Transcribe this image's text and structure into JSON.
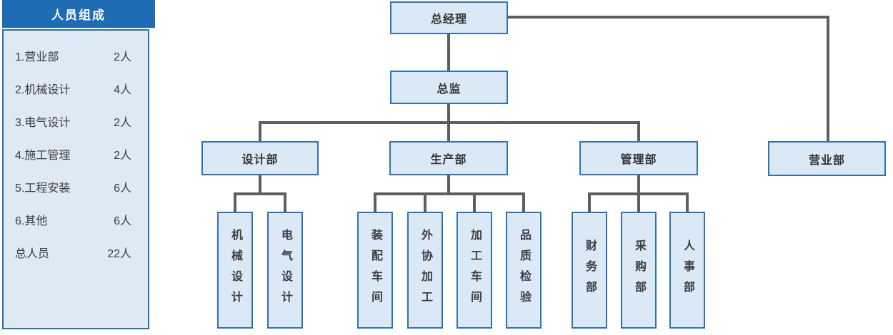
{
  "panel": {
    "title": "人员组成",
    "items": [
      {
        "label": "1.营业部",
        "value": "2人"
      },
      {
        "label": "2.机械设计",
        "value": "4人"
      },
      {
        "label": "3.电气设计",
        "value": "2人"
      },
      {
        "label": "4.施工管理",
        "value": "2人"
      },
      {
        "label": "5.工程安装",
        "value": "6人"
      },
      {
        "label": "6.其他",
        "value": "6人"
      },
      {
        "label": "总人员",
        "value": "22人"
      }
    ]
  },
  "org": {
    "general_manager": "总经理",
    "director": "总监",
    "sales_dept": "营业部",
    "branches": [
      {
        "label": "设计部",
        "children": [
          "机械设计",
          "电气设计"
        ]
      },
      {
        "label": "生产部",
        "children": [
          "装配车间",
          "外协加工",
          "加工车间",
          "品质检验"
        ]
      },
      {
        "label": "管理部",
        "children": [
          "财务部",
          "采购部",
          "人事部"
        ]
      }
    ]
  },
  "colors": {
    "panel_header_blue": "#1e6cb4",
    "panel_fill": "#dde9f3",
    "node_fill": "#dbe8f6",
    "node_border": "#2e74b5",
    "connector_gray": "#5e5e5e",
    "text_dark": "#3d3d3d"
  }
}
